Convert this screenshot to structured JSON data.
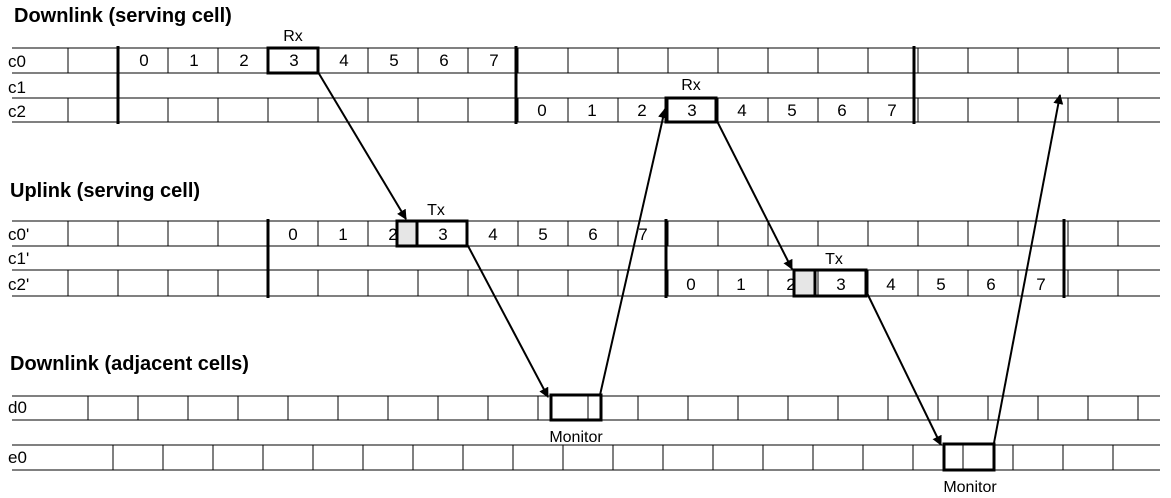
{
  "colors": {
    "line": "#000000",
    "guard": "#e6e6e6",
    "background": "#ffffff"
  },
  "sections": {
    "dl_serving": "Downlink (serving cell)",
    "ul_serving": "Uplink (serving cell)",
    "dl_adjacent": "Downlink (adjacent cells)"
  },
  "rows": {
    "c0": "c0",
    "c1": "c1",
    "c2": "c2",
    "c0p": "c0'",
    "c1p": "c1'",
    "c2p": "c2'",
    "d0": "d0",
    "e0": "e0"
  },
  "timeslots": [
    "0",
    "1",
    "2",
    "3",
    "4",
    "5",
    "6",
    "7"
  ],
  "annotations": {
    "rx": "Rx",
    "tx": "Tx",
    "monitor": "Monitor"
  }
}
